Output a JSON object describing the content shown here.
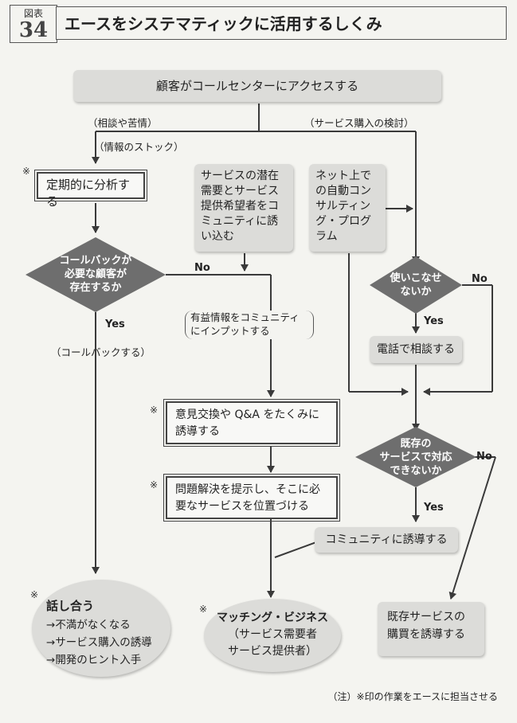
{
  "header": {
    "badge_small": "図表",
    "badge_number": "34",
    "title": "エースをシステマティックに活用するしくみ"
  },
  "nodes": {
    "top": "顧客がコールセンターにアクセスする",
    "label_consult": "（相談や苦情）",
    "label_purchase": "（サービス購入の検討）",
    "label_stock": "（情報のストック）",
    "analyze": "定期的に分析する",
    "community_invite": [
      "サービスの潜在",
      "需要とサービス",
      "提供希望者をコ",
      "ミュニティに誘",
      "い込む"
    ],
    "net_program": [
      "ネット上で",
      "の自動コン",
      "サルティン",
      "グ・プログ",
      "ラム"
    ],
    "callback_decision": [
      "コールバックが",
      "必要な顧客が",
      "存在するか"
    ],
    "no1": "No",
    "yes1": "Yes",
    "callback_label": "（コールバックする）",
    "input_info": [
      "有益情報をコミュニティ",
      "にインプットする"
    ],
    "use_decision": [
      "使いこなせ",
      "ないか"
    ],
    "no2": "No",
    "yes2": "Yes",
    "phone": "電話で相談する",
    "exchange": [
      "意見交換や Q&A をたくみに",
      "誘導する"
    ],
    "existing_decision": [
      "既存の",
      "サービスで対応",
      "できないか"
    ],
    "no3": "No",
    "yes3": "Yes",
    "solution": [
      "問題解決を提示し、そこに必",
      "要なサービスを位置づける"
    ],
    "community_guide": "コミュニティに誘導する",
    "talk_title": "話し合う",
    "talk_items": [
      "不満がなくなる",
      "サービス購入の誘導",
      "開発のヒント入手"
    ],
    "matching": [
      "マッチング・ビジネス",
      "（サービス需要者",
      "サービス提供者）"
    ],
    "existing_buy": [
      "既存サービスの",
      "購買を誘導する"
    ],
    "star": "※",
    "note": "（注）※印の作業をエースに担当させる"
  },
  "colors": {
    "box": "#dcdcd9",
    "diamond": "#6e6e6e",
    "line": "#3a3a3a",
    "bg": "#f4f4f0"
  }
}
